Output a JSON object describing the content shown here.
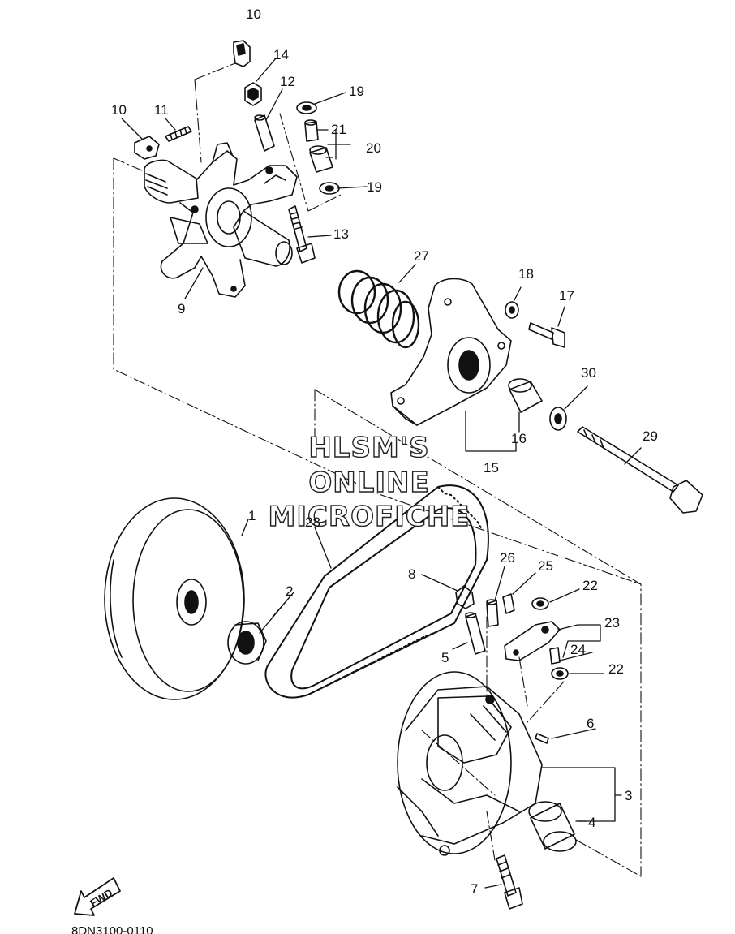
{
  "watermark": {
    "line1": "HLSM'S",
    "line2": "ONLINE",
    "line3": "MICROFICHE"
  },
  "fwd_label": "FWD",
  "diagram_code": "8DN3100-0110",
  "callouts": {
    "c10a": "10",
    "c14": "14",
    "c12": "12",
    "c19a": "19",
    "c10b": "10",
    "c11": "11",
    "c21": "21",
    "c20": "20",
    "c19b": "19",
    "c13": "13",
    "c27": "27",
    "c18": "18",
    "c9": "9",
    "c17": "17",
    "c30": "30",
    "c29": "29",
    "c16": "16",
    "c15": "15",
    "c1": "1",
    "c28": "28",
    "c26": "26",
    "c25": "25",
    "c8": "8",
    "c22a": "22",
    "c2": "2",
    "c23": "23",
    "c5": "5",
    "c24": "24",
    "c22b": "22",
    "c6": "6",
    "c3": "3",
    "c4": "4",
    "c7": "7"
  },
  "colors": {
    "ink": "#111111",
    "paper": "#ffffff"
  }
}
